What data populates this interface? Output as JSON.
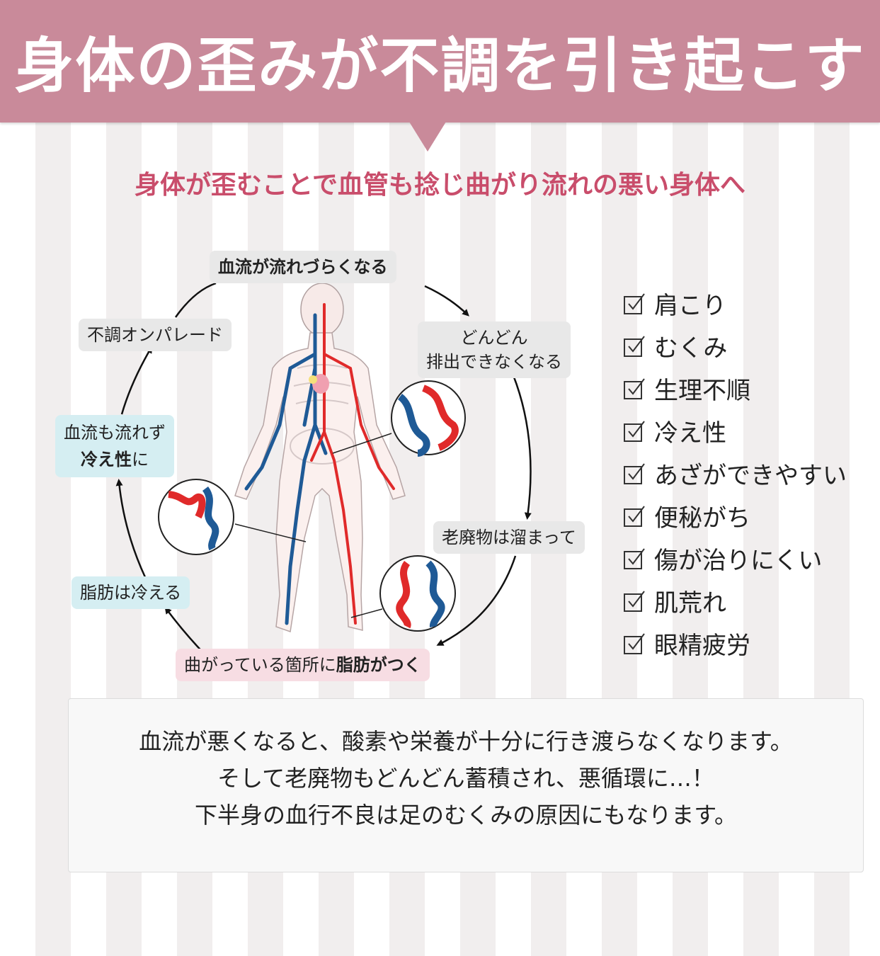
{
  "header": {
    "title": "身体の歪みが不調を引き起こす"
  },
  "subtitle": "身体が歪むことで血管も捻じ曲がり流れの悪い身体へ",
  "cycle": {
    "step_top": "血流が流れづらくなる",
    "step_right_upper_line1": "どんどん",
    "step_right_upper_line2": "排出できなくなる",
    "step_right_lower": "老廃物は溜まって",
    "step_bottom_prefix": "曲がっている箇所に",
    "step_bottom_bold": "脂肪がつく",
    "step_left_lower": "脂肪は冷える",
    "step_left_middle_line1": "血流も流れず",
    "step_left_middle_bold": "冷え性",
    "step_left_middle_suffix": "に",
    "step_left_upper": "不調オンパレード"
  },
  "symptoms": [
    "肩こり",
    "むくみ",
    "生理不順",
    "冷え性",
    "あざができやすい",
    "便秘がち",
    "傷が治りにくい",
    "肌荒れ",
    "眼精疲労"
  ],
  "info": {
    "line1": "血流が悪くなると、酸素や栄養が十分に行き渡らなくなります。",
    "line2": "そして老廃物もどんどん蓄積され、悪循環に…！",
    "line3": "下半身の血行不良は足のむくみの原因にもなります。"
  },
  "colors": {
    "header": "#c98a9a",
    "subtitle": "#c94d6b",
    "vein": "#1f5a96",
    "artery": "#e02a2a"
  }
}
